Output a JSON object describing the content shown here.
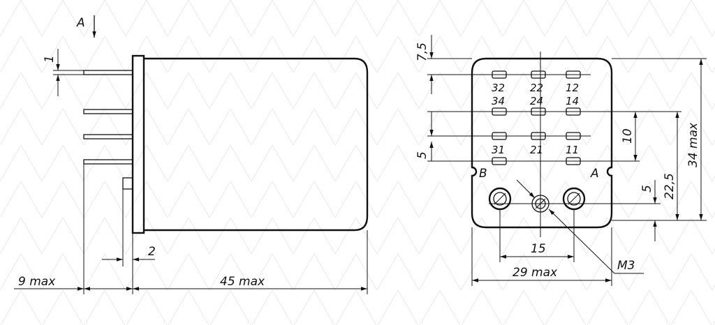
{
  "side_view": {
    "view_marker": "A",
    "dim_pin_thickness": "1",
    "dim_key_offset": "2",
    "dim_pin_length": "9 max",
    "dim_body_length": "45 max"
  },
  "front_view": {
    "dim_top_row_offset": "7,5",
    "dim_bottom_row_offset": "5",
    "dim_row_pitch": "10",
    "dim_screw_offset": "5",
    "dim_rows_span": "22,5",
    "dim_height": "34 max",
    "dim_hole_spacing": "15",
    "dim_width": "29 max",
    "thread_label": "M3",
    "corner_label_left": "B",
    "corner_label_right": "A",
    "pins_row1": [
      "32",
      "22",
      "12"
    ],
    "pins_row2": [
      "34",
      "24",
      "14"
    ],
    "pins_row3": [
      "31",
      "21",
      "11"
    ]
  }
}
